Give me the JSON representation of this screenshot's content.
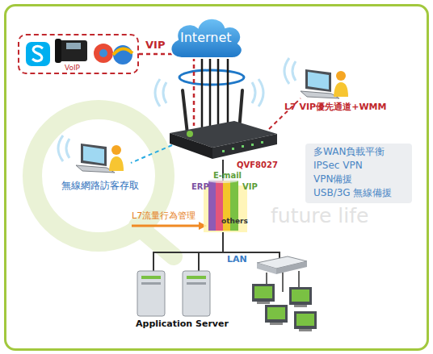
{
  "diagram": {
    "nodes": [
      {
        "text": [
          "Internet"
        ]
      },
      {
        "text": [
          "VoIP"
        ]
      },
      {
        "text": [
          "L7 VIP優先通道+WMM"
        ]
      },
      {
        "text": [
          "QVF8027"
        ]
      },
      {
        "text": [
          "無線網路訪客存取"
        ]
      },
      {
        "text": [
          "多WAN負載平衡",
          "IPSec VPN",
          "VPN備援",
          "USB/3G 無線備援"
        ]
      },
      {
        "text": [
          "E-mail",
          "ERP",
          "VIP",
          "others"
        ]
      },
      {
        "text": [
          "Application Server"
        ]
      }
    ],
    "edges": [
      {
        "from": 1,
        "to": 3,
        "label": "VIP",
        "arrow": "none"
      },
      {
        "from": 0,
        "to": 3,
        "arrow": "none"
      },
      {
        "from": 3,
        "to": 2,
        "arrow": "none"
      },
      {
        "from": 3,
        "to": 4,
        "arrow": "none"
      },
      {
        "from": 3,
        "to": 6,
        "arrow": "none"
      },
      {
        "from": 6,
        "to": 7,
        "label": "LAN",
        "arrow": "none"
      }
    ],
    "labels": [
      "L7流量行為管理",
      "future life"
    ]
  }
}
